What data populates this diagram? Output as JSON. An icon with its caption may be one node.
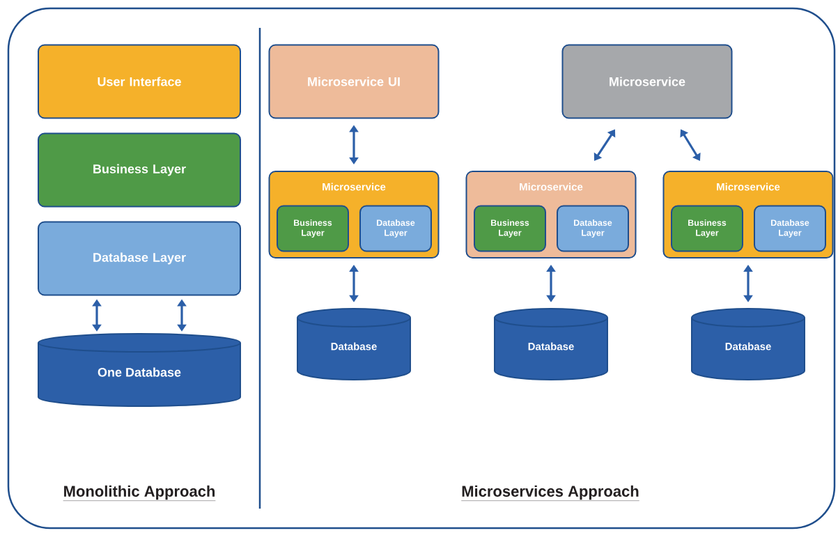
{
  "diagram": {
    "nodes": [
      {
        "text": [
          "User Interface"
        ]
      },
      {
        "text": [
          "Business Layer"
        ]
      },
      {
        "text": [
          "Database Layer"
        ]
      },
      {
        "text": [
          "One Database"
        ]
      },
      {
        "text": [
          "Microservice UI"
        ]
      },
      {
        "text": [
          "Microservice"
        ]
      },
      {
        "text": [
          "Microservice"
        ]
      },
      {
        "text": [
          "Business Layer"
        ],
        "in": 6
      },
      {
        "text": [
          "Database Layer"
        ],
        "in": 6
      },
      {
        "text": [
          "Microservice"
        ]
      },
      {
        "text": [
          "Business Layer"
        ],
        "in": 9
      },
      {
        "text": [
          "Database Layer"
        ],
        "in": 9
      },
      {
        "text": [
          "Microservice"
        ]
      },
      {
        "text": [
          "Business Layer"
        ],
        "in": 12
      },
      {
        "text": [
          "Database Layer"
        ],
        "in": 12
      },
      {
        "text": [
          "Database"
        ]
      },
      {
        "text": [
          "Database"
        ]
      },
      {
        "text": [
          "Database"
        ]
      }
    ],
    "edges": [
      {
        "from": 2,
        "to": 3,
        "arrow": "both"
      },
      {
        "from": 2,
        "to": 3,
        "arrow": "both"
      },
      {
        "from": 4,
        "to": 6,
        "arrow": "both"
      },
      {
        "from": 5,
        "to": 9,
        "arrow": "both"
      },
      {
        "from": 5,
        "to": 12,
        "arrow": "both"
      },
      {
        "from": 6,
        "to": 15,
        "arrow": "both"
      },
      {
        "from": 9,
        "to": 16,
        "arrow": "both"
      },
      {
        "from": 12,
        "to": 17,
        "arrow": "both"
      }
    ],
    "labels": [
      "Monolithic Approach",
      "Microservices Approach"
    ]
  }
}
